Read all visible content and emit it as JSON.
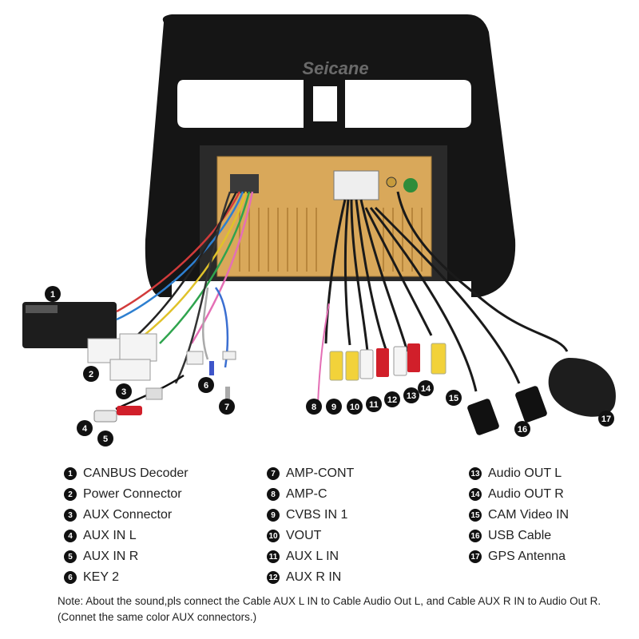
{
  "brand": "Seicane",
  "legend": [
    {
      "n": "1",
      "label": "CANBUS Decoder"
    },
    {
      "n": "2",
      "label": "Power Connector"
    },
    {
      "n": "3",
      "label": "AUX Connector"
    },
    {
      "n": "4",
      "label": "AUX IN L"
    },
    {
      "n": "5",
      "label": "AUX IN R"
    },
    {
      "n": "6",
      "label": "KEY 2"
    },
    {
      "n": "7",
      "label": "AMP-CONT"
    },
    {
      "n": "8",
      "label": "AMP-C"
    },
    {
      "n": "9",
      "label": "CVBS IN 1"
    },
    {
      "n": "10",
      "label": "VOUT"
    },
    {
      "n": "11",
      "label": "AUX L IN"
    },
    {
      "n": "12",
      "label": "AUX R IN"
    },
    {
      "n": "13",
      "label": "Audio OUT L"
    },
    {
      "n": "14",
      "label": "Audio OUT R"
    },
    {
      "n": "15",
      "label": "CAM Video IN"
    },
    {
      "n": "16",
      "label": "USB Cable"
    },
    {
      "n": "17",
      "label": "GPS Antenna"
    }
  ],
  "note": "Note: About the sound,pls connect the Cable AUX L IN to Cable Audio Out L, and Cable AUX R IN to Audio Out R.(Connet the same color AUX connectors.)"
}
